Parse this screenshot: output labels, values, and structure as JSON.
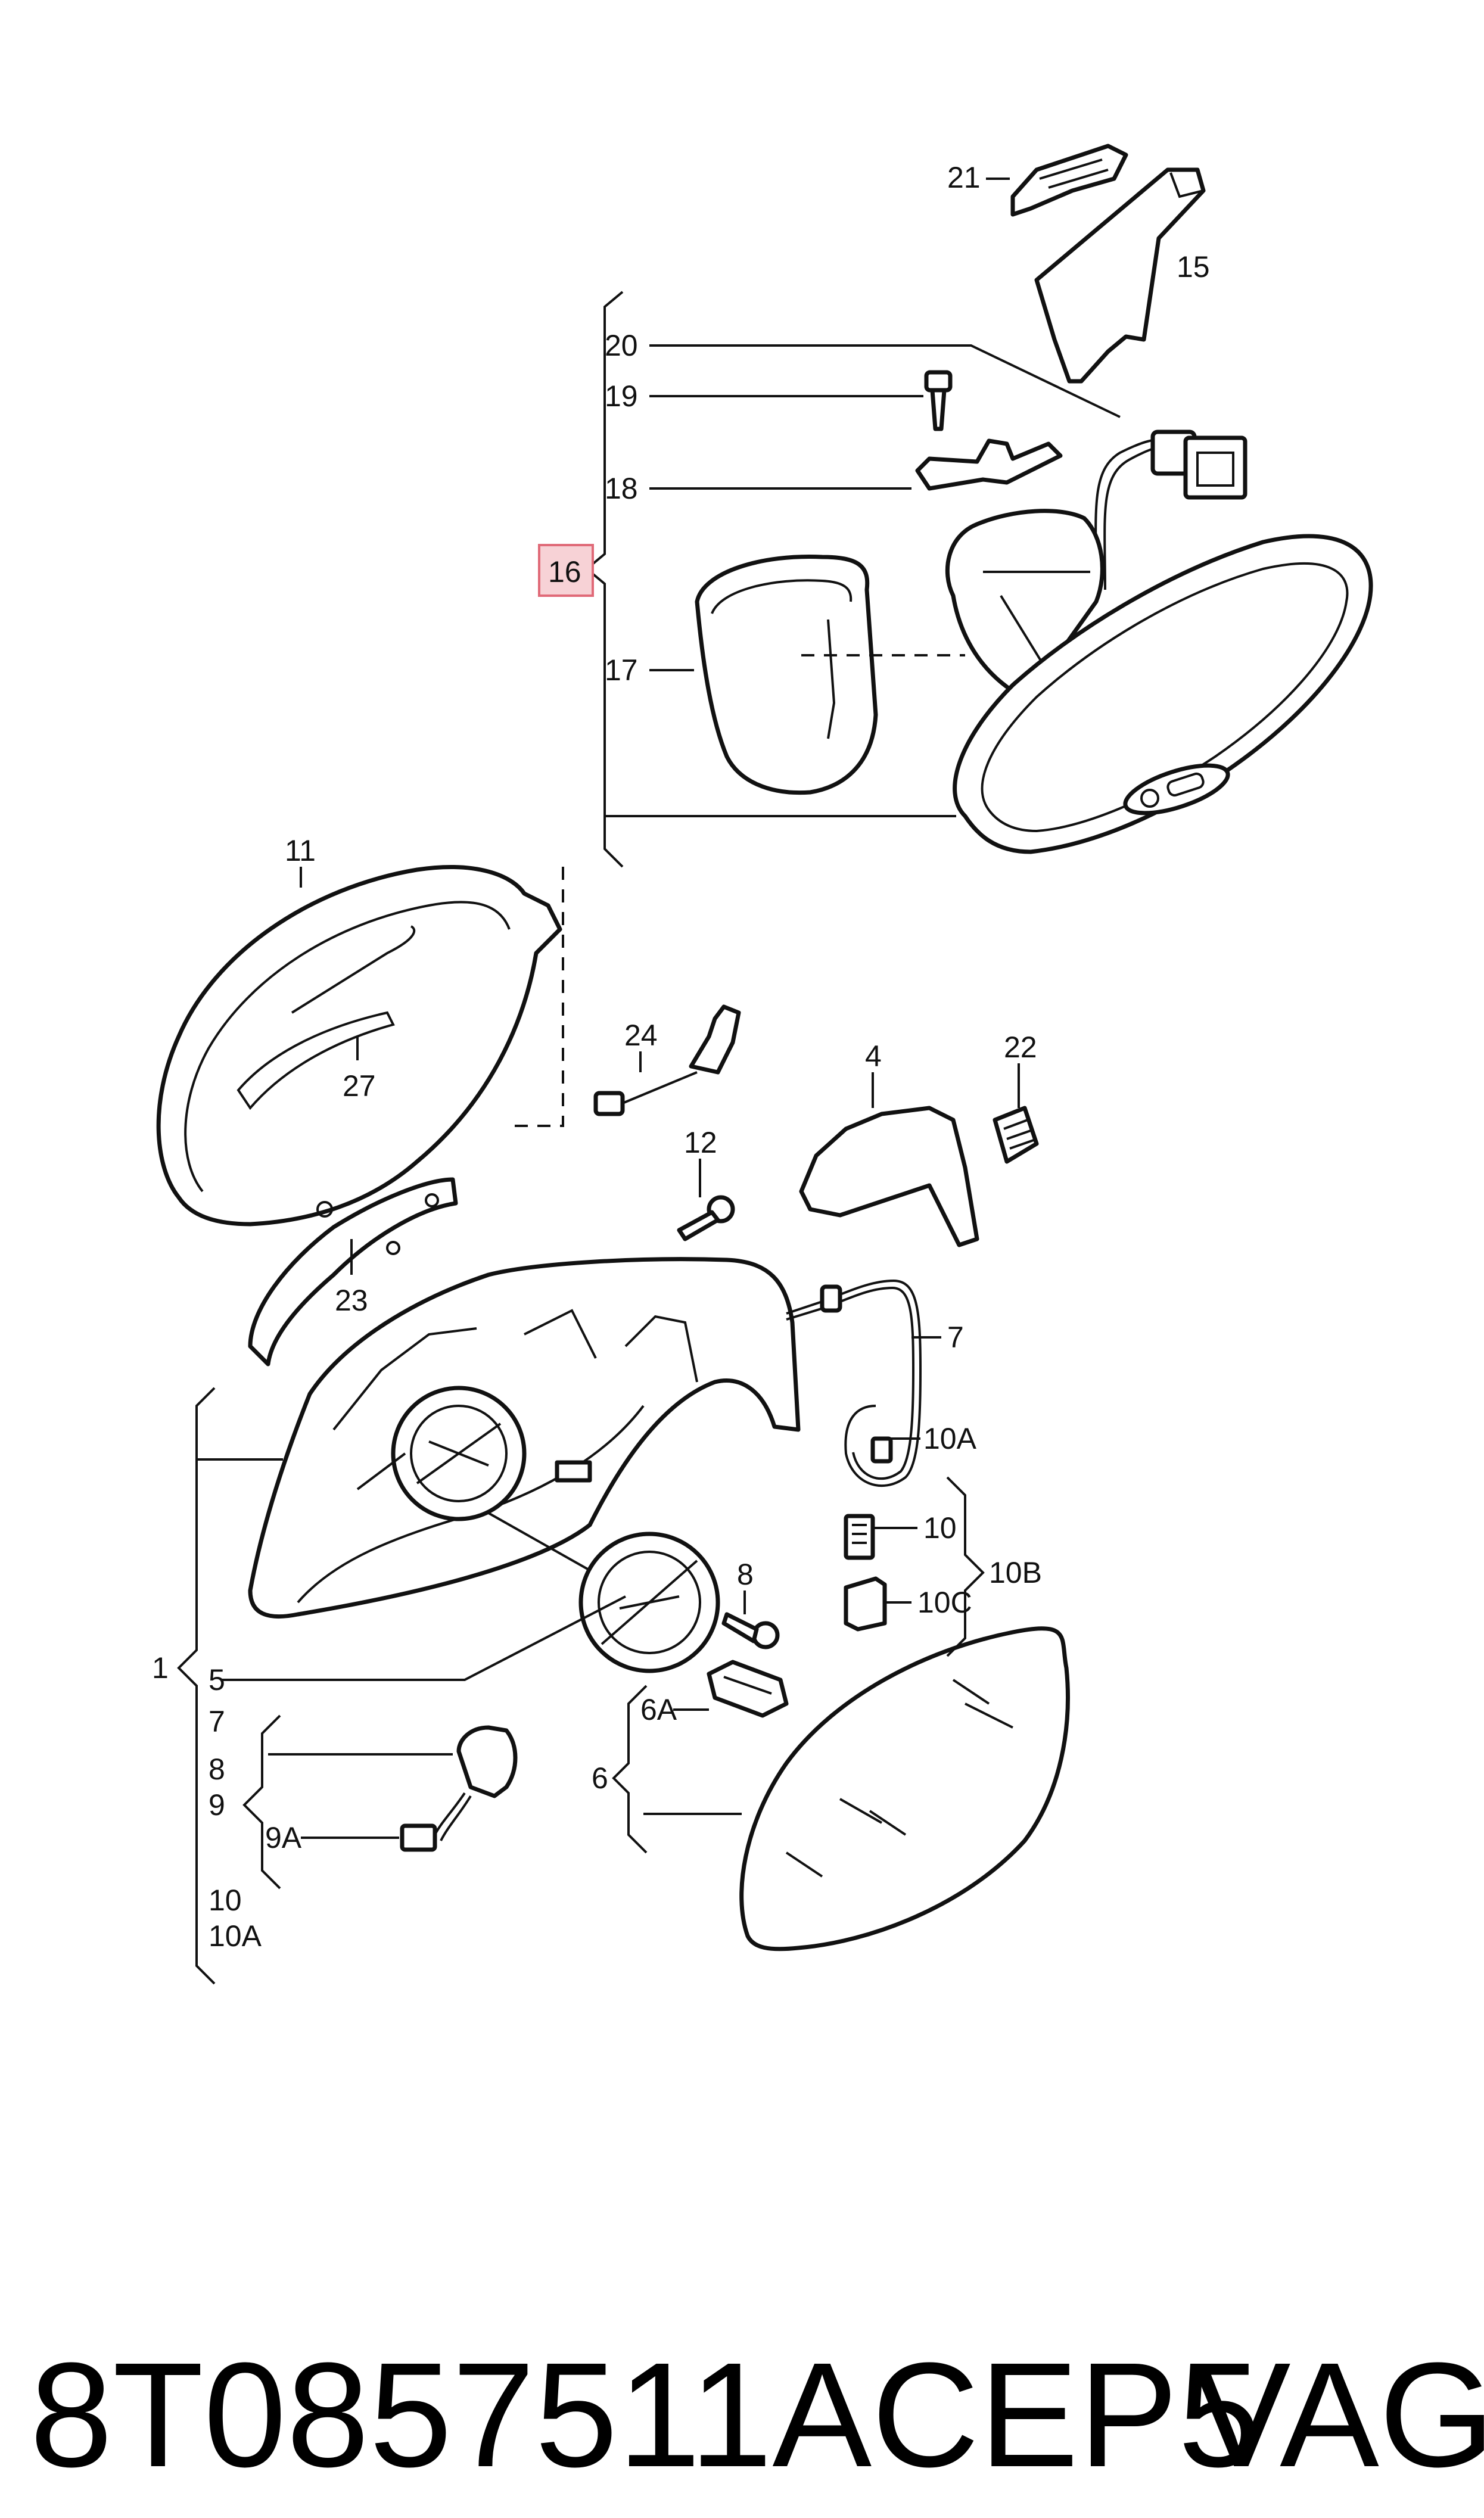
{
  "callouts": {
    "c21": "21",
    "c15": "15",
    "c20": "20",
    "c19": "19",
    "c18": "18",
    "c16": "16",
    "c17": "17",
    "c11": "11",
    "c27": "27",
    "c24": "24",
    "c22": "22",
    "c4": "4",
    "c12": "12",
    "c23": "23",
    "c7": "7",
    "c10A_top": "10A",
    "c10_top": "10",
    "c10B": "10B",
    "c10C": "10C",
    "c8_screw": "8",
    "c1": "1",
    "c5": "5",
    "c7_list": "7",
    "c8_list": "8",
    "c9_list": "9",
    "c9A": "9A",
    "c10_list": "10",
    "c10A_list": "10A",
    "c6": "6",
    "c6A": "6A"
  },
  "caption": {
    "part_number": "8T0857511ACEP5",
    "brand": "VAG"
  },
  "colors": {
    "line": "#111111",
    "highlight_fill": "#f7d2d6",
    "highlight_stroke": "#e06a78"
  }
}
